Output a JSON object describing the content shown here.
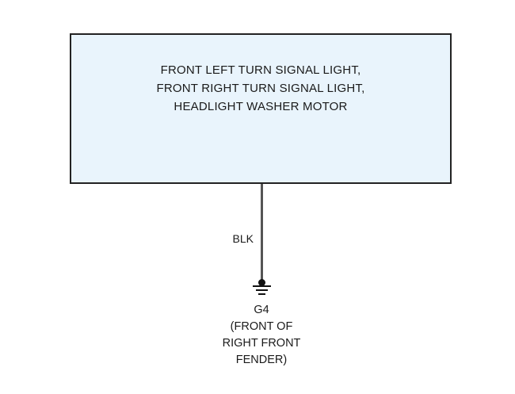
{
  "diagram": {
    "background_color": "#ffffff",
    "component": {
      "name": "component-box",
      "fill_color": "#e9f4fc",
      "border_color": "#222222",
      "lines": [
        "FRONT LEFT TURN SIGNAL LIGHT,",
        "FRONT RIGHT TURN SIGNAL LIGHT,",
        "HEADLIGHT WASHER MOTOR"
      ]
    },
    "wire": {
      "name": "ground-wire",
      "label": "BLK",
      "color": "#555555"
    },
    "ground": {
      "symbol": "ground-symbol",
      "color": "#111111",
      "lines": [
        "G4",
        "(FRONT OF",
        "RIGHT FRONT",
        "FENDER)"
      ]
    }
  }
}
